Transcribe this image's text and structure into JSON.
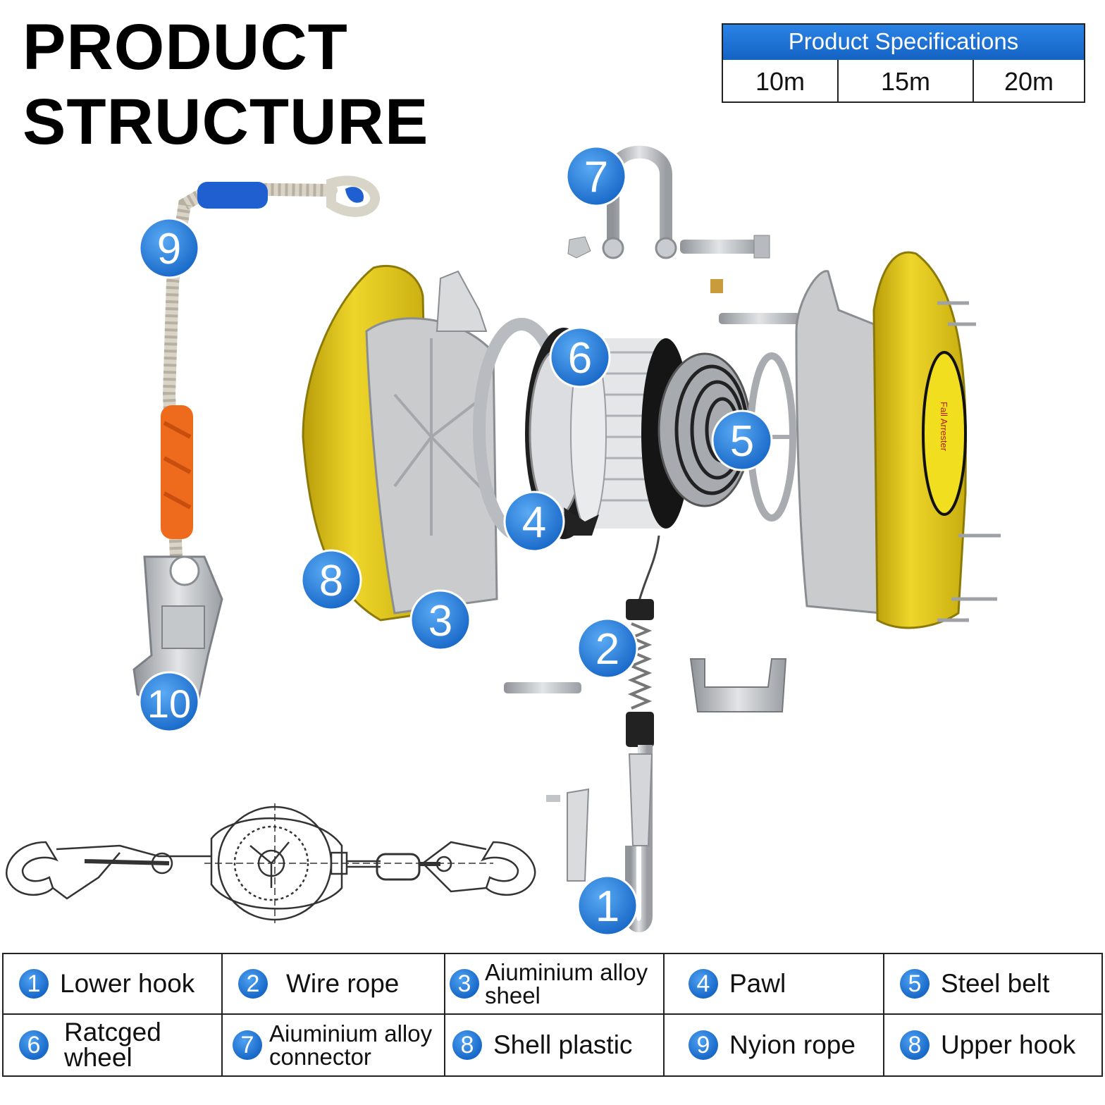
{
  "title": {
    "line1": "PRODUCT",
    "line2": "STRUCTURE"
  },
  "specs": {
    "header": "Product Specifications",
    "sizes": [
      "10m",
      "15m",
      "20m"
    ]
  },
  "product_label": {
    "text": "Fall Arrester"
  },
  "callouts": [
    "1",
    "2",
    "3",
    "4",
    "5",
    "6",
    "7",
    "8",
    "9",
    "10"
  ],
  "legend": [
    {
      "num": "1",
      "label": "Lower hook"
    },
    {
      "num": "2",
      "label": "Wire rope"
    },
    {
      "num": "3",
      "label": "Aiuminium alloy sheel"
    },
    {
      "num": "4",
      "label": "Pawl"
    },
    {
      "num": "5",
      "label": "Steel belt"
    },
    {
      "num": "6",
      "label": "Ratcged wheel"
    },
    {
      "num": "7",
      "label": "Aiuminium alloy connector"
    },
    {
      "num": "8",
      "label": "Shell plastic"
    },
    {
      "num": "9",
      "label": "Nyion rope"
    },
    {
      "num": "8",
      "label": "Upper hook"
    }
  ],
  "colors": {
    "badge": "#1868c8",
    "shell": "#e8cf1e",
    "metal": "#b9bcc0",
    "orange": "#f07020"
  }
}
